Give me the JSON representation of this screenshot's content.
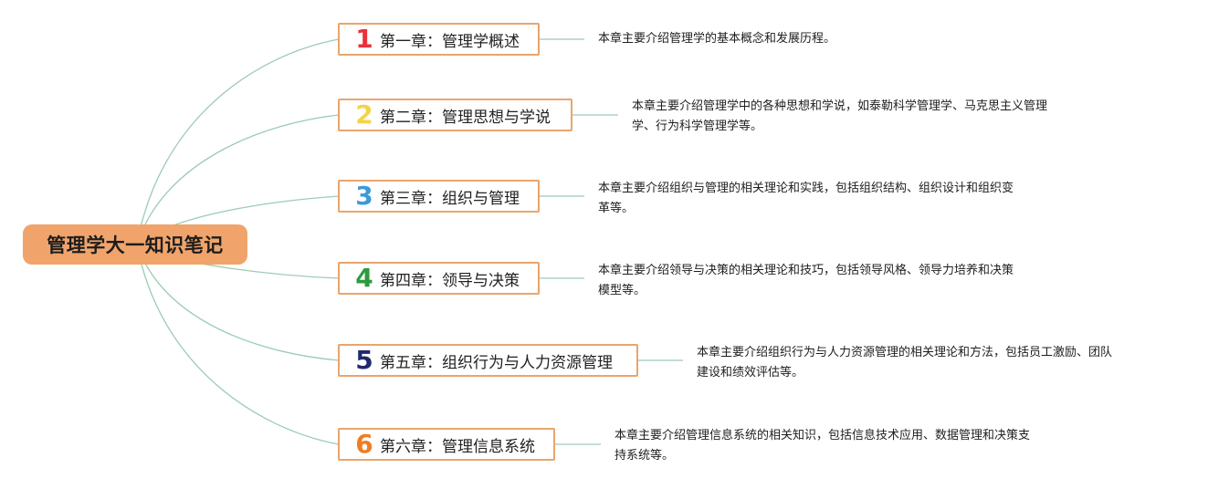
{
  "root": {
    "title": "管理学大一知识笔记"
  },
  "chapters": [
    {
      "number": "1",
      "number_color": "#e8323c",
      "title": "第一章：管理学概述",
      "description_lines": [
        "本章主要介绍管理学的基本概念和发展历程。"
      ]
    },
    {
      "number": "2",
      "number_color": "#f3d34b",
      "title": "第二章：管理思想与学说",
      "description_lines": [
        "本章主要介绍管理学中的各种思想和学说，如泰勒科学管理学、马克思主义管理",
        "学、行为科学管理学等。"
      ]
    },
    {
      "number": "3",
      "number_color": "#3b9ad9",
      "title": "第三章：组织与管理",
      "description_lines": [
        "本章主要介绍组织与管理的相关理论和实践，包括组织结构、组织设计和组织变",
        "革等。"
      ]
    },
    {
      "number": "4",
      "number_color": "#2e9a3e",
      "title": "第四章：领导与决策",
      "description_lines": [
        "本章主要介绍领导与决策的相关理论和技巧，包括领导风格、领导力培养和决策",
        "模型等。"
      ]
    },
    {
      "number": "5",
      "number_color": "#1f2a6e",
      "title": "第五章：组织行为与人力资源管理",
      "description_lines": [
        "本章主要介绍组织行为与人力资源管理的相关理论和方法，包括员工激励、团队",
        "建设和绩效评估等。"
      ]
    },
    {
      "number": "6",
      "number_color": "#f07d22",
      "title": "第六章：管理信息系统",
      "description_lines": [
        "本章主要介绍管理信息系统的相关知识，包括信息技术应用、数据管理和决策支",
        "持系统等。"
      ]
    }
  ],
  "colors": {
    "connector": "#9ccbb4",
    "root_fill": "#f0a46b",
    "chapter_border": "#e9a56c"
  }
}
